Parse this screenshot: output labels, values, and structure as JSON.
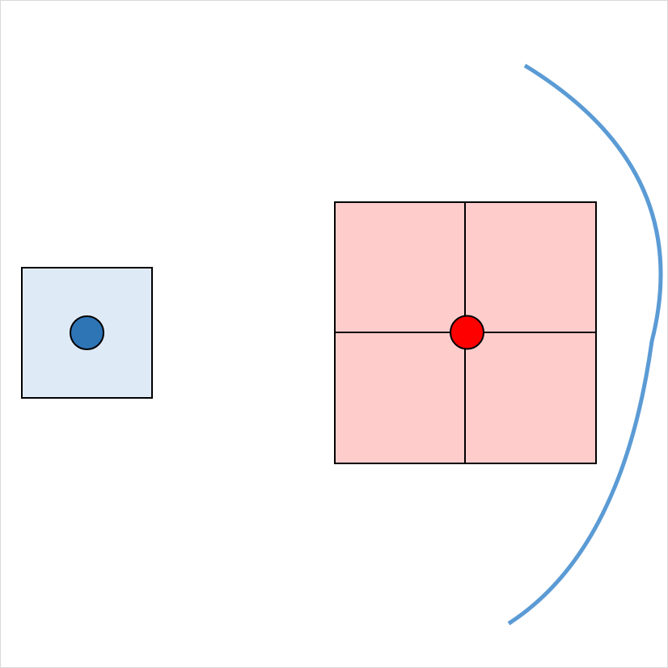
{
  "diagram": {
    "colors": {
      "small_square_fill": "#dfeaf7",
      "small_square_stroke": "#000000",
      "small_dot_fill": "#2e75b6",
      "large_square_fill": "#ffcccc",
      "large_square_stroke": "#000000",
      "grid_line": "#000000",
      "large_dot_fill": "#ff0000",
      "arc_stroke": "#5b9bd5"
    },
    "elements": {
      "small_square": "square",
      "small_square_dot": "circle",
      "large_square": "square",
      "large_square_grid": "2x2 grid",
      "large_square_dot": "circle",
      "arc": "arc"
    }
  }
}
